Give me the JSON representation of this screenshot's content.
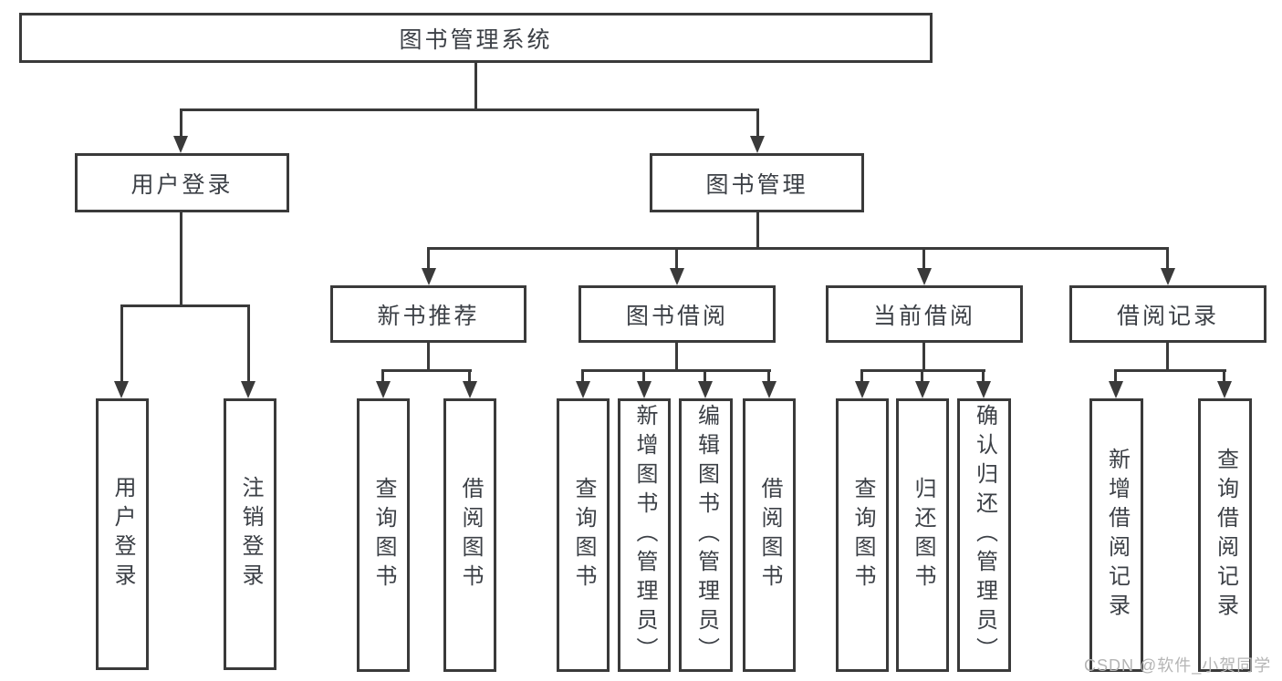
{
  "tree": {
    "root": {
      "label": "图书管理系统"
    },
    "level1": [
      {
        "label": "用户登录",
        "children": [
          {
            "label": "用户登录"
          },
          {
            "label": "注销登录"
          }
        ]
      },
      {
        "label": "图书管理",
        "children": [
          {
            "label": "新书推荐",
            "children": [
              {
                "label": "查询图书"
              },
              {
                "label": "借阅图书"
              }
            ]
          },
          {
            "label": "图书借阅",
            "children": [
              {
                "label": "查询图书"
              },
              {
                "label": "新增图书（管理员）"
              },
              {
                "label": "编辑图书（管理员）"
              },
              {
                "label": "借阅图书"
              }
            ]
          },
          {
            "label": "当前借阅",
            "children": [
              {
                "label": "查询图书"
              },
              {
                "label": "归还图书"
              },
              {
                "label": "确认归还（管理员）"
              }
            ]
          },
          {
            "label": "借阅记录",
            "children": [
              {
                "label": "新增借阅记录"
              },
              {
                "label": "查询借阅记录"
              }
            ]
          }
        ]
      }
    ]
  },
  "watermark": {
    "text": "CSDN @软件_小贺同学"
  },
  "colors": {
    "line": "#3a3a3a",
    "text": "#3c4046",
    "box_fill": "#ffffff",
    "background": "#ffffff",
    "watermark": "#b5b5b5"
  }
}
